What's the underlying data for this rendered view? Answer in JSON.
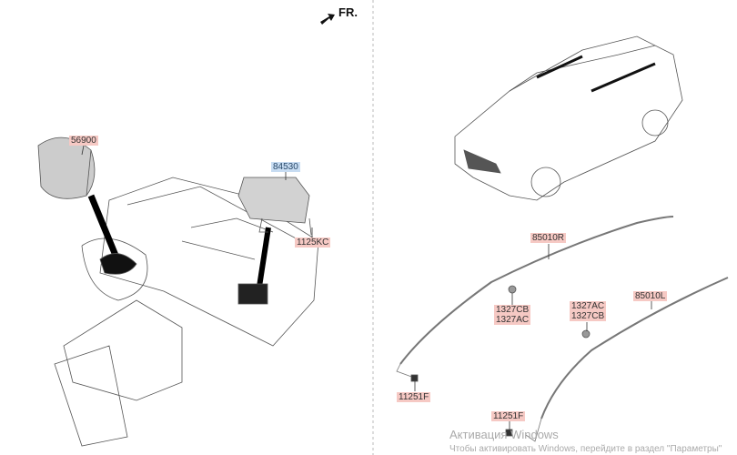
{
  "direction_label": "FR.",
  "parts": {
    "steering_airbag": "56900",
    "passenger_airbag": "84530",
    "passenger_bolt": "1125KC",
    "curtain_right": "85010R",
    "curtain_left": "85010L",
    "clip_right_1": "1327CB",
    "clip_right_2": "1327AC",
    "clip_left_1": "1327AC",
    "clip_left_2": "1327CB",
    "bolt_right": "11251F",
    "bolt_left": "11251F"
  },
  "watermark": {
    "title": "Активация Windows",
    "subtitle": "Чтобы активировать Windows, перейдите в раздел \"Параметры\""
  }
}
